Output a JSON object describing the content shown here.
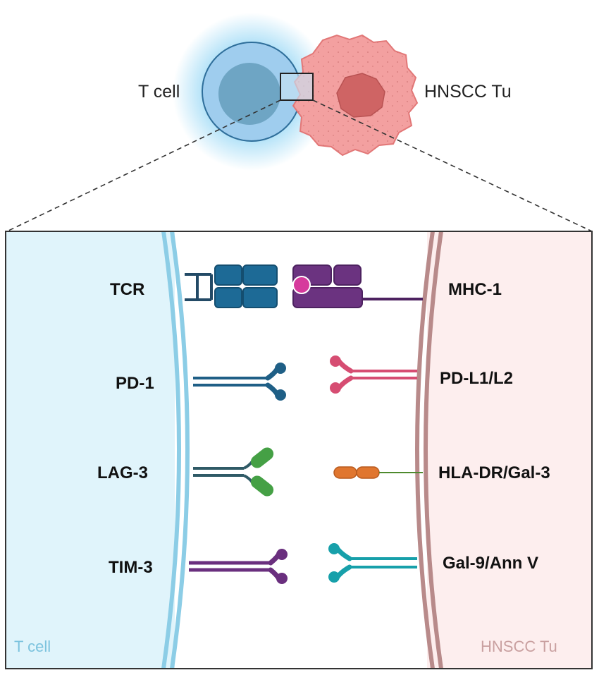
{
  "overview": {
    "t_cell_label": "T cell",
    "tumor_label": "HNSCC Tu"
  },
  "panel": {
    "left_corner_label": "T cell",
    "right_corner_label": "HNSCC Tu",
    "t_cell_color": "#e0f4fb",
    "tumor_color": "#fdeeee"
  },
  "pairs": [
    {
      "receptor": "TCR",
      "ligand": "MHC-1"
    },
    {
      "receptor": "PD-1",
      "ligand": "PD-L1/L2"
    },
    {
      "receptor": "LAG-3",
      "ligand": "HLA-DR/Gal-3"
    },
    {
      "receptor": "TIM-3",
      "ligand": "Gal-9/Ann V"
    }
  ],
  "colors": {
    "tcr": "#1d6a96",
    "mhc": "#6b3380",
    "mhc_peptide": "#d63a9c",
    "pd1": "#1f5f86",
    "pdl1": "#d64d72",
    "lag3": "#2f5a66",
    "lag3_head": "#45a045",
    "hla": "#e0762f",
    "gal3_line": "#4e8a2e",
    "tim3": "#6a2f7e",
    "gal9": "#17a0aa"
  }
}
